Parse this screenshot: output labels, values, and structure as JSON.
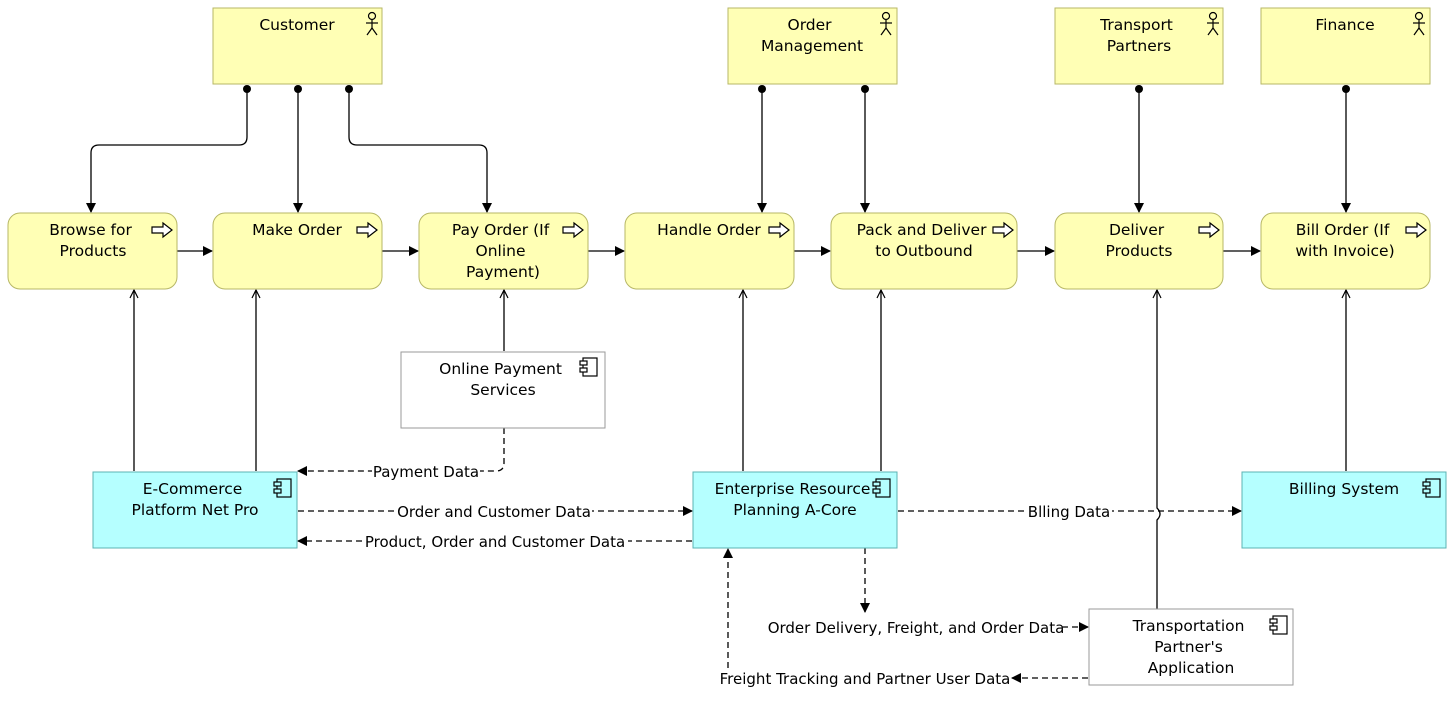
{
  "actors": [
    {
      "id": "customer",
      "lines": [
        "Customer"
      ]
    },
    {
      "id": "order-management",
      "lines": [
        "Order",
        "Management"
      ]
    },
    {
      "id": "transport-partners",
      "lines": [
        "Transport",
        "Partners"
      ]
    },
    {
      "id": "finance",
      "lines": [
        "Finance"
      ]
    }
  ],
  "processes": [
    {
      "id": "browse",
      "lines": [
        "Browse for",
        "Products"
      ]
    },
    {
      "id": "make-order",
      "lines": [
        "Make Order"
      ]
    },
    {
      "id": "pay-order",
      "lines": [
        "Pay Order (If",
        "Online",
        "Payment)"
      ]
    },
    {
      "id": "handle-order",
      "lines": [
        "Handle Order"
      ]
    },
    {
      "id": "pack-deliver",
      "lines": [
        "Pack and Deliver",
        "to Outbound"
      ]
    },
    {
      "id": "deliver-products",
      "lines": [
        "Deliver",
        "Products"
      ]
    },
    {
      "id": "bill-order",
      "lines": [
        "Bill Order (If",
        "with Invoice)"
      ]
    }
  ],
  "applications": [
    {
      "id": "online-payment",
      "lines": [
        "Online Payment",
        "Services"
      ],
      "kind": "external"
    },
    {
      "id": "ecommerce",
      "lines": [
        "E-Commerce",
        "Platform Net Pro"
      ],
      "kind": "internal"
    },
    {
      "id": "erp",
      "lines": [
        "Enterprise Resource",
        "Planning A-Core"
      ],
      "kind": "internal"
    },
    {
      "id": "billing",
      "lines": [
        "Billing System"
      ],
      "kind": "internal"
    },
    {
      "id": "transport-app",
      "lines": [
        "Transportation",
        "Partner's",
        "Application"
      ],
      "kind": "external"
    }
  ],
  "flows": [
    {
      "id": "payment-data",
      "label": "Payment Data"
    },
    {
      "id": "order-customer-data",
      "label": "Order and Customer Data"
    },
    {
      "id": "product-order-customer-data",
      "label": "Product, Order and Customer Data"
    },
    {
      "id": "billing-data",
      "label": "Blling Data"
    },
    {
      "id": "order-delivery-freight",
      "label": "Order Delivery, Freight, and Order Data"
    },
    {
      "id": "freight-tracking",
      "label": "Freight Tracking and Partner User Data"
    }
  ],
  "colors": {
    "actor_fill": "#ffffb5",
    "process_fill": "#ffffb5",
    "application_fill": "#b5ffff",
    "external_fill": "#ffffff"
  },
  "icons": {
    "actor": "actor-stick-figure-icon",
    "process": "process-arrow-icon",
    "component": "component-icon"
  }
}
